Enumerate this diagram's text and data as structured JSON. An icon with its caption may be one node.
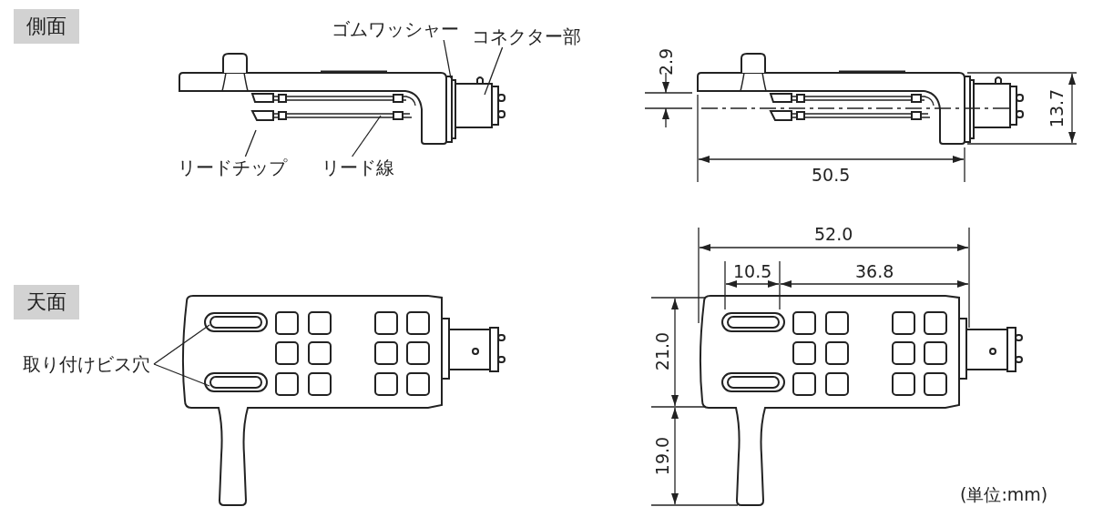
{
  "diagram": {
    "nodes": [
      {
        "text": [
          "側面"
        ]
      },
      {
        "text": [
          "天面"
        ]
      },
      {
        "text": [
          "ゴムワッシャー"
        ]
      },
      {
        "text": [
          "コネクター部"
        ]
      },
      {
        "text": [
          "リードチップ"
        ]
      },
      {
        "text": [
          "リード線"
        ]
      },
      {
        "text": [
          "取り付けビス穴"
        ]
      }
    ],
    "edges": [
      {
        "from": 2,
        "to": null,
        "arrow": "none"
      },
      {
        "from": 3,
        "to": null,
        "arrow": "none"
      },
      {
        "from": 4,
        "to": null,
        "arrow": "none"
      },
      {
        "from": 5,
        "to": null,
        "arrow": "none"
      },
      {
        "from": 6,
        "to": null,
        "arrow": "none"
      },
      {
        "from": 6,
        "to": null,
        "arrow": "none"
      }
    ],
    "labels": [
      "2.9",
      "13.7",
      "50.5",
      "52.0",
      "10.5",
      "36.8",
      "21.0",
      "19.0",
      "(単位:mm)"
    ]
  }
}
